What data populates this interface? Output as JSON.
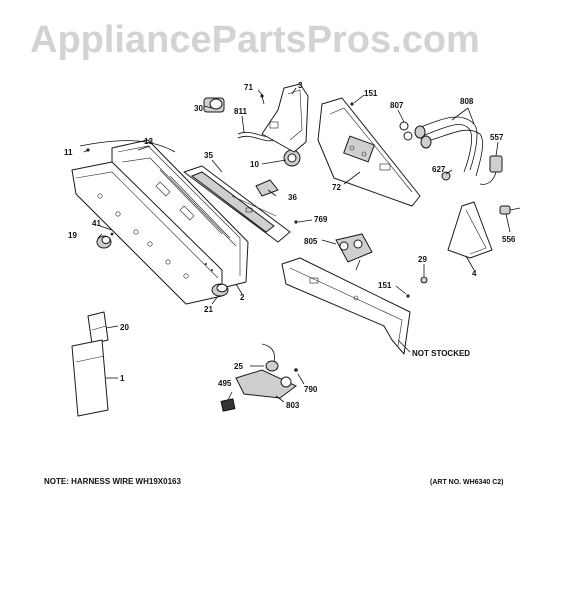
{
  "watermark": "AppliancePartsPros.com",
  "note_harness": "NOTE: HARNESS WIRE WH19X0163",
  "art_number": "(ART NO. WH6340 C2)",
  "not_stocked": "NOT STOCKED",
  "callouts": {
    "c71": "71",
    "c3": "3",
    "c151a": "151",
    "c807": "807",
    "c808": "808",
    "c30": "30",
    "c811": "811",
    "c13": "13",
    "c11": "11",
    "c557": "557",
    "c35": "35",
    "c10": "10",
    "c72": "72",
    "c627": "627",
    "c36": "36",
    "c41": "41",
    "c19": "19",
    "c769": "769",
    "c805": "805",
    "c556": "556",
    "c29": "29",
    "c4": "4",
    "c151b": "151",
    "c2": "2",
    "c21": "21",
    "c20": "20",
    "c1": "1",
    "c25": "25",
    "c790": "790",
    "c495": "495",
    "c803": "803"
  }
}
